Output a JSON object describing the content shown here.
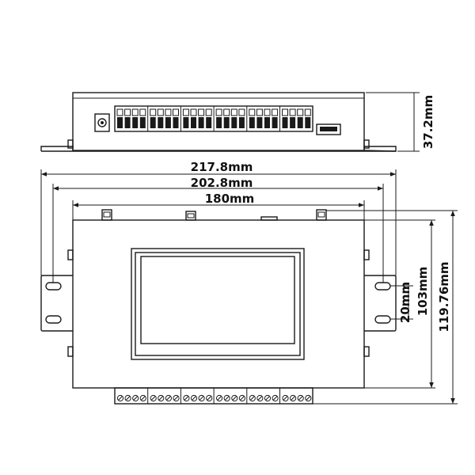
{
  "dimensions": {
    "height_side": "37.2mm",
    "width_overall": "217.8mm",
    "width_holes": "202.8mm",
    "width_body": "180mm",
    "slot_spacing": "20mm",
    "height_holes": "103mm",
    "height_overall": "119.76mm"
  }
}
